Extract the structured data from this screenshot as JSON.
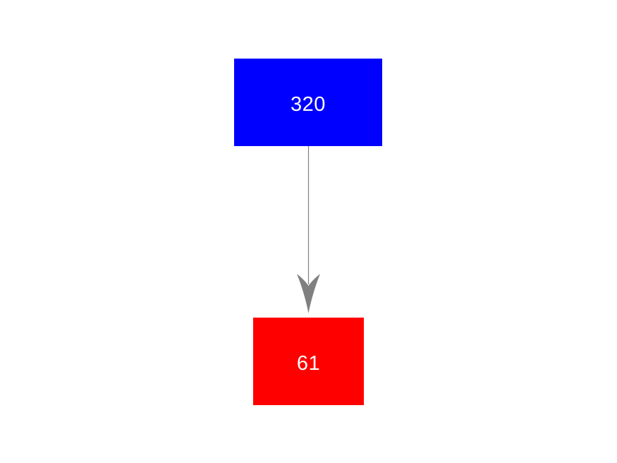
{
  "page": {
    "background_color": "#ffffff"
  },
  "diagram": {
    "type": "flowchart",
    "direction": "top-to-bottom",
    "nodes": [
      {
        "id": "node-320",
        "label": "320",
        "shape": "rectangle",
        "fill_color": "#0000ff",
        "text_color": "#ffffff"
      },
      {
        "id": "node-61",
        "label": "61",
        "shape": "rectangle",
        "fill_color": "#ff0000",
        "text_color": "#ffffff"
      }
    ],
    "edges": [
      {
        "from": "320",
        "to": "61",
        "line_color": "#808080",
        "arrowhead": "vee-down",
        "arrowhead_color": "#808080"
      }
    ]
  }
}
